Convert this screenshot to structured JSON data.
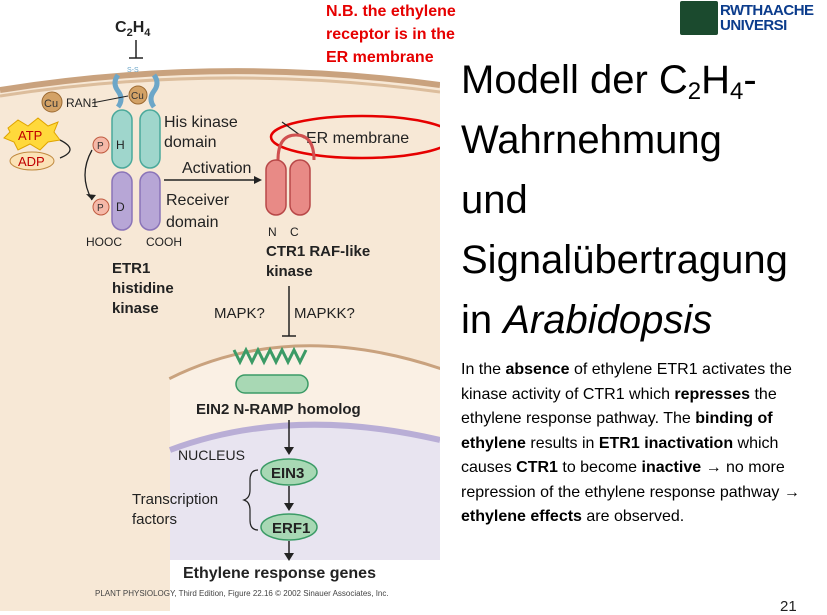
{
  "diagram": {
    "c2h4": "C2H4",
    "cu_label": "Cu",
    "ran1": "RAN1",
    "atp": "ATP",
    "adp": "ADP",
    "p_letter": "P",
    "h_letter": "H",
    "d_letter": "D",
    "ss_label": "S-S",
    "his_kinase": "His kinase",
    "domain": "domain",
    "activation": "Activation",
    "receiver": "Receiver",
    "er_membrane": "ER membrane",
    "hooc": "HOOC",
    "cooh": "COOH",
    "etr1_name": "ETR1",
    "etr1_desc": "histidine",
    "etr1_desc2": "kinase",
    "n_label": "N",
    "c_label": "C",
    "ctr1_name": "CTR1 RAF-like",
    "ctr1_desc": "kinase",
    "mapk": "MAPK?",
    "mapkk": "MAPKK?",
    "ein2": "EIN2 N-RAMP homolog",
    "nucleus": "NUCLEUS",
    "ein3": "EIN3",
    "tf_line1": "Transcription",
    "tf_line2": "factors",
    "erf1": "ERF1",
    "response": "Ethylene response genes"
  },
  "caption": "PLANT PHYSIOLOGY, Third Edition, Figure 22.16  © 2002 Sinauer Associates, Inc.",
  "note": "N.B. the ethylene\nreceptor is in the\nER membrane",
  "logo": {
    "line1": "RWTHAACHE",
    "line2": "UNIVERSI"
  },
  "title": {
    "part1": "Modell der C",
    "sub1": "2",
    "part2": "H",
    "sub2": "4",
    "part3": "-",
    "line2": "Wahrnehmung",
    "line3": "und",
    "line4": "Signalübertragung",
    "line5a": "in ",
    "line5b": "Arabidopsis"
  },
  "paragraph": {
    "s1": "In the ",
    "b1": "absence",
    "s2": " of ethylene ETR1 activates the kinase activity of CTR1 which ",
    "b2": "represses",
    "s3": " the ethylene response pathway. The ",
    "b3": "binding of ethylene",
    "s4": " results in ",
    "b4": "ETR1 inactivation",
    "s5": " which causes ",
    "b5": "CTR1",
    "s6": " to become ",
    "b6": "inactive",
    "s7": " → no more repression of the ethylene response pathway → ",
    "b7": "ethylene effects",
    "s8": " are observed."
  },
  "page_number": "21",
  "colors": {
    "cytoplasm": "#f7e8d6",
    "er_lumen": "#f1dcc2",
    "membrane": "#c9a27e",
    "etr1_teal": "#9fd6cc",
    "etr1_purple": "#b7a6d6",
    "ctr1_red": "#e88a86",
    "ein_green": "#a8d8b4",
    "highlight_red": "#e60000"
  }
}
